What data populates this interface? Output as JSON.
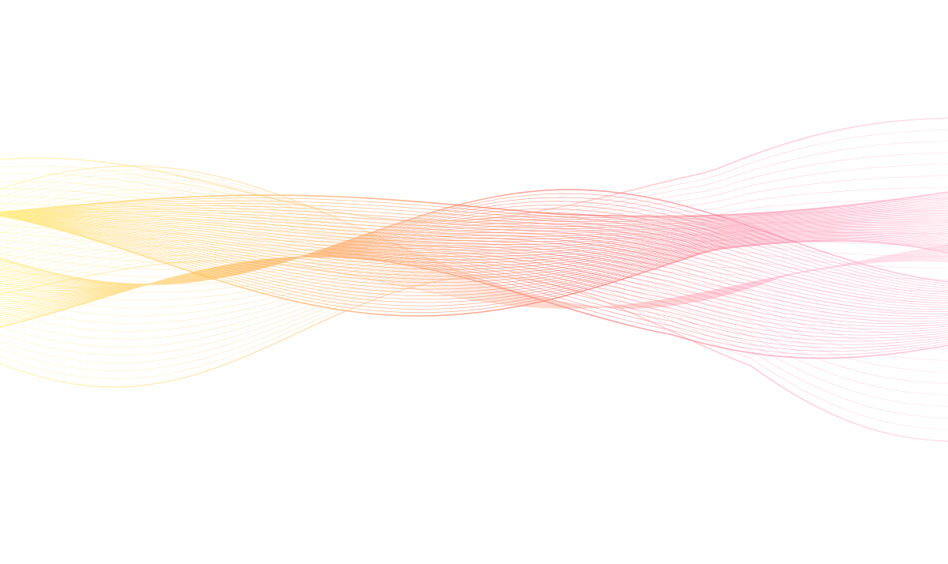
{
  "artwork": {
    "background_color": "#ffffff",
    "gradient": {
      "colors": [
        "#ffe23a",
        "#ffb02e",
        "#ff7b3a",
        "#f2433f",
        "#ff6f9a",
        "#ff9ec0"
      ]
    },
    "ribbons": [
      {
        "name": "ribbon-yellow-orange"
      },
      {
        "name": "ribbon-orange-red"
      },
      {
        "name": "ribbon-red-pink"
      },
      {
        "name": "ribbon-pink-haze"
      }
    ]
  }
}
